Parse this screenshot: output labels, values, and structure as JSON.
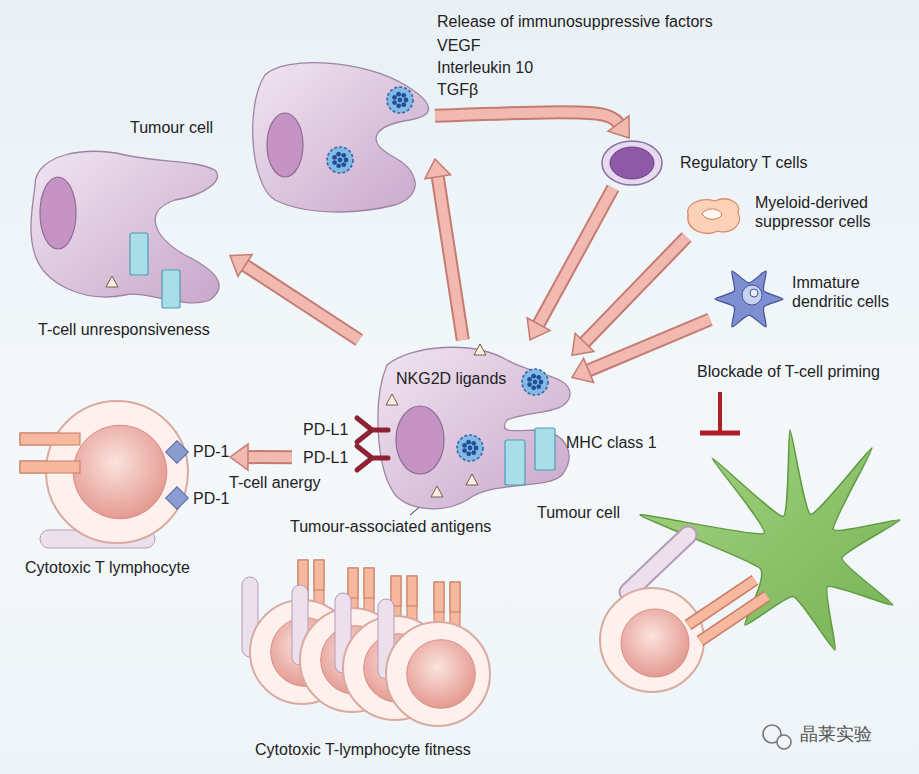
{
  "diagram": {
    "nodes": [
      {
        "text": [
          "NKG2D ligands",
          "Tumour cell"
        ]
      },
      {
        "text": [
          "Tumour cell",
          "T-cell unresponsiveness"
        ]
      },
      {
        "text": [
          "Release of immunosuppressive factors",
          "VEGF",
          "Interleukin 10",
          "TGFβ"
        ]
      },
      {
        "text": [
          "Regulatory T cells"
        ]
      },
      {
        "text": [
          "Myeloid-derived suppressor cells"
        ]
      },
      {
        "text": [
          "Immature dendritic cells"
        ]
      },
      {
        "text": [
          "PD-1",
          "PD-1",
          "Cytotoxic T lymphocyte"
        ]
      },
      {
        "text": [
          "Cytotoxic T-lymphocyte fitness"
        ]
      }
    ],
    "edges": [
      {
        "from": 0,
        "to": 1,
        "arrow": "to"
      },
      {
        "from": 0,
        "to": 2,
        "arrow": "to"
      },
      {
        "from": 2,
        "to": 3,
        "arrow": "to"
      },
      {
        "from": 3,
        "to": 0,
        "arrow": "to"
      },
      {
        "from": 4,
        "to": 0,
        "arrow": "to"
      },
      {
        "from": 5,
        "to": 0,
        "arrow": "to"
      },
      {
        "from": 0,
        "to": 6,
        "label": "T-cell anergy",
        "arrow": "to"
      }
    ],
    "labels": [
      "PD-L1",
      "PD-L1",
      "MHC class 1",
      "Tumour-associated antigens",
      "Blockade of T-cell priming",
      "晶莱实验"
    ]
  }
}
